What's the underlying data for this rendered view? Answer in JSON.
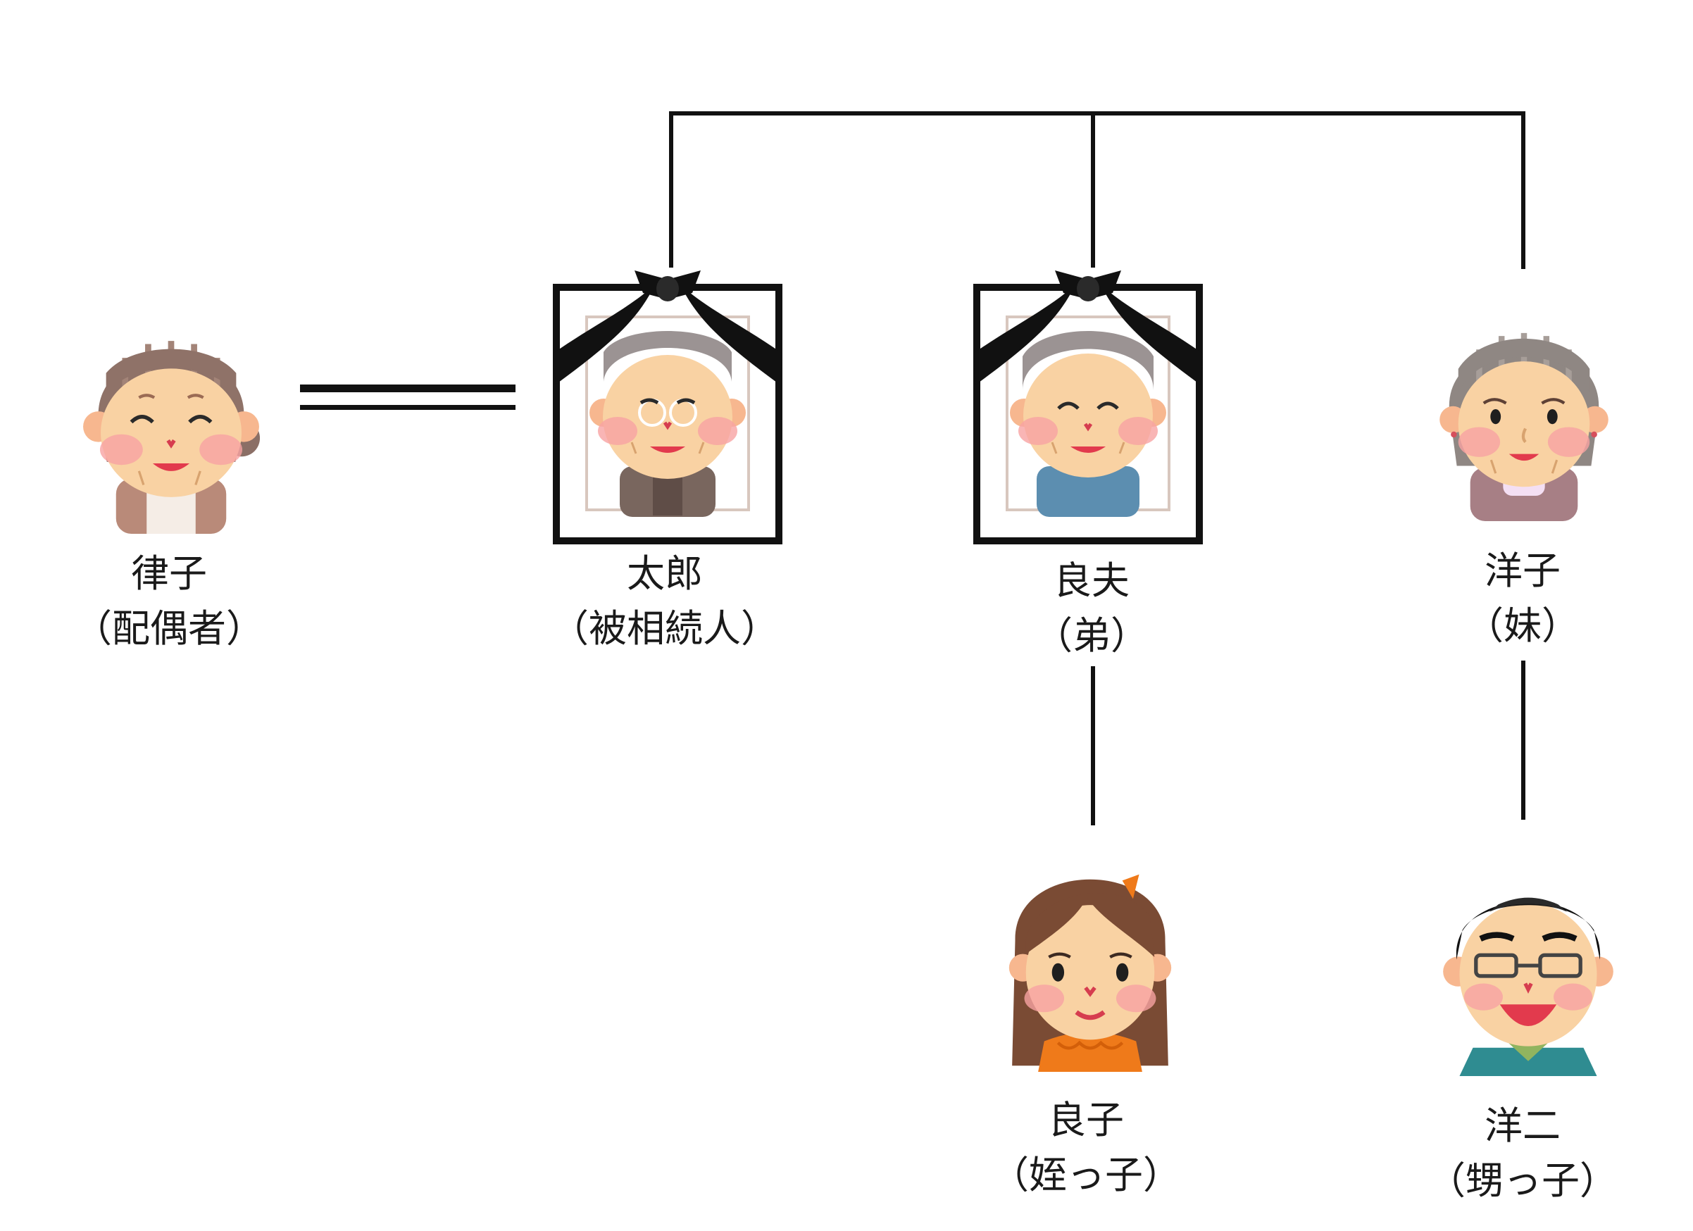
{
  "people": {
    "ritsuko": {
      "name": "律子",
      "role": "（配偶者）"
    },
    "taro": {
      "name": "太郎",
      "role": "（被相続人）"
    },
    "yoshio": {
      "name": "良夫",
      "role": "（弟）"
    },
    "yoko": {
      "name": "洋子",
      "role": "（妹）"
    },
    "yoshiko": {
      "name": "良子",
      "role": "（姪っ子）"
    },
    "yoji": {
      "name": "洋二",
      "role": "（甥っ子）"
    }
  },
  "icons": {
    "ritsuko": "elderly-woman-icon",
    "taro": "memorial-portrait-elderly-man-icon",
    "yoshio": "memorial-portrait-elderly-man-icon",
    "yoko": "elderly-woman-icon",
    "yoshiko": "young-woman-icon",
    "yoji": "young-man-glasses-icon"
  },
  "colors": {
    "line": "#111111",
    "mourning_ribbon": "#111111",
    "skin": "#f9d2a3",
    "cheek": "#f7a2a2",
    "mouth": "#e23a4d"
  }
}
